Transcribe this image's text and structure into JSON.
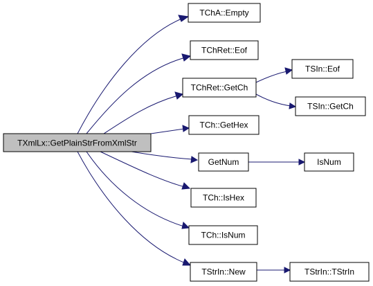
{
  "graph": {
    "root": {
      "label": "TXmlLx::GetPlainStrFromXmlStr"
    },
    "nodes": {
      "tcha_empty": {
        "label": "TChA::Empty"
      },
      "tchret_eof": {
        "label": "TChRet::Eof"
      },
      "tchret_getch": {
        "label": "TChRet::GetCh"
      },
      "tsin_eof": {
        "label": "TSIn::Eof"
      },
      "tsin_getch": {
        "label": "TSIn::GetCh"
      },
      "tch_gethex": {
        "label": "TCh::GetHex"
      },
      "getnum": {
        "label": "GetNum"
      },
      "isnum_fn": {
        "label": "IsNum"
      },
      "tch_ishex": {
        "label": "TCh::IsHex"
      },
      "tch_isnum": {
        "label": "TCh::IsNum"
      },
      "tstrin_new": {
        "label": "TStrIn::New"
      },
      "tstrin_ctor": {
        "label": "TStrIn::TStrIn"
      }
    },
    "edges": [
      {
        "from": "root",
        "to": "tcha_empty"
      },
      {
        "from": "root",
        "to": "tchret_eof"
      },
      {
        "from": "root",
        "to": "tchret_getch"
      },
      {
        "from": "root",
        "to": "tch_gethex"
      },
      {
        "from": "root",
        "to": "getnum"
      },
      {
        "from": "root",
        "to": "tch_ishex"
      },
      {
        "from": "root",
        "to": "tch_isnum"
      },
      {
        "from": "root",
        "to": "tstrin_new"
      },
      {
        "from": "tchret_getch",
        "to": "tsin_eof"
      },
      {
        "from": "tchret_getch",
        "to": "tsin_getch"
      },
      {
        "from": "getnum",
        "to": "isnum_fn"
      },
      {
        "from": "tstrin_new",
        "to": "tstrin_ctor"
      }
    ],
    "colors": {
      "edge": "#191970",
      "root_fill": "#bfbfbf",
      "node_fill": "#ffffff",
      "node_border": "#000000"
    }
  }
}
